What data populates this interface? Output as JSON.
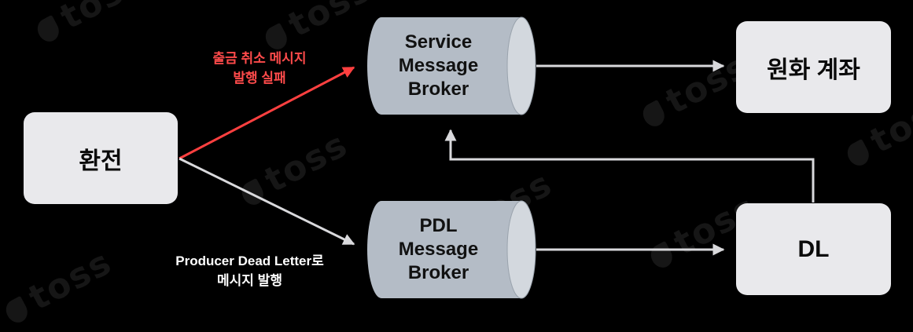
{
  "nodes": {
    "exchange": "환전",
    "service_broker": [
      "Service",
      "Message",
      "Broker"
    ],
    "pdl_broker": [
      "PDL",
      "Message",
      "Broker"
    ],
    "currency_account": "원화 계좌",
    "dl": "DL"
  },
  "edges": {
    "cancel_failed": [
      "출금 취소 메시지",
      "발행 실패"
    ],
    "producer_dead_letter": [
      "Producer Dead Letter로",
      "메시지 발행"
    ]
  },
  "watermark": "toss",
  "colors": {
    "background": "#000000",
    "box": "#e9e9ec",
    "cylinder": "#b4bcc6",
    "arrow_default": "#d9d9dc",
    "arrow_fail": "#ff4040"
  }
}
